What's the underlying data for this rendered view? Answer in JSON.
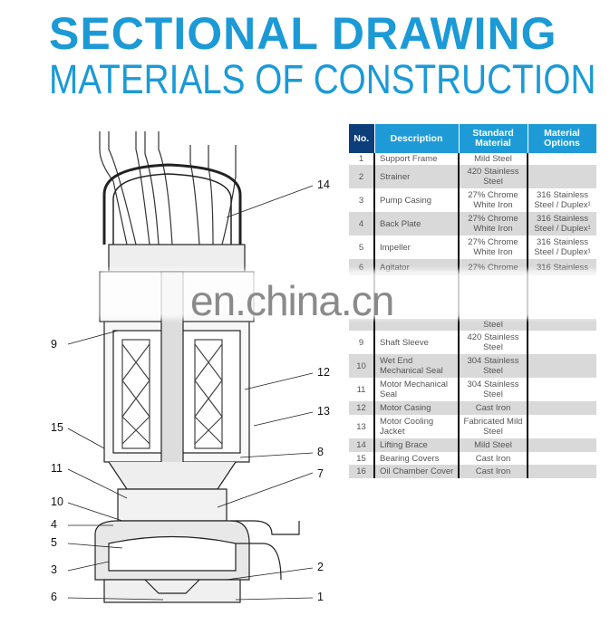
{
  "title": "SECTIONAL DRAWING",
  "subtitle": "MATERIALS OF CONSTRUCTION",
  "watermark": "en.china.cn",
  "colors": {
    "title": "#1b9ad6",
    "header_no": "#0c3e7c",
    "header": "#1e9bd7",
    "row_alt": "#d9d9d9"
  },
  "table": {
    "headers": [
      "No.",
      "Description",
      "Standard Material",
      "Material Options"
    ],
    "rows": [
      {
        "no": "1",
        "desc": "Support Frame",
        "std": "Mild Steel",
        "opt": ""
      },
      {
        "no": "2",
        "desc": "Strainer",
        "std": "420 Stainless Steel",
        "opt": ""
      },
      {
        "no": "3",
        "desc": "Pump Casing",
        "std": "27% Chrome White Iron",
        "opt": "316 Stainless Steel / Duplex¹"
      },
      {
        "no": "4",
        "desc": "Back Plate",
        "std": "27% Chrome White Iron",
        "opt": "316 Stainless Steel / Duplex¹"
      },
      {
        "no": "5",
        "desc": "Impeller",
        "std": "27% Chrome White Iron",
        "opt": "316 Stainless Steel / Duplex¹"
      },
      {
        "no": "6",
        "desc": "Agitator",
        "std": "27% Chrome",
        "opt": "316 Stainless"
      },
      {
        "no": "",
        "desc": "",
        "std": "",
        "opt": ""
      },
      {
        "no": "",
        "desc": "",
        "std": "Steel",
        "opt": ""
      },
      {
        "no": "9",
        "desc": "Shaft Sleeve",
        "std": "420 Stainless Steel",
        "opt": ""
      },
      {
        "no": "10",
        "desc": "Wet End Mechanical Seal",
        "std": "304 Stainless Steel",
        "opt": ""
      },
      {
        "no": "11",
        "desc": "Motor Mechanical Seal",
        "std": "304 Stainless Steel",
        "opt": ""
      },
      {
        "no": "12",
        "desc": "Motor Casing",
        "std": "Cast Iron",
        "opt": ""
      },
      {
        "no": "13",
        "desc": "Motor Cooling Jacket",
        "std": "Fabricated Mild Steel",
        "opt": ""
      },
      {
        "no": "14",
        "desc": "Lifting Brace",
        "std": "Mild Steel",
        "opt": ""
      },
      {
        "no": "15",
        "desc": "Bearing Covers",
        "std": "Cast Iron",
        "opt": ""
      },
      {
        "no": "16",
        "desc": "Oil Chamber Cover",
        "std": "Cast Iron",
        "opt": ""
      }
    ]
  },
  "callouts": [
    "14",
    "9",
    "12",
    "13",
    "15",
    "8",
    "11",
    "7",
    "10",
    "4",
    "5",
    "3",
    "2",
    "6",
    "1"
  ]
}
